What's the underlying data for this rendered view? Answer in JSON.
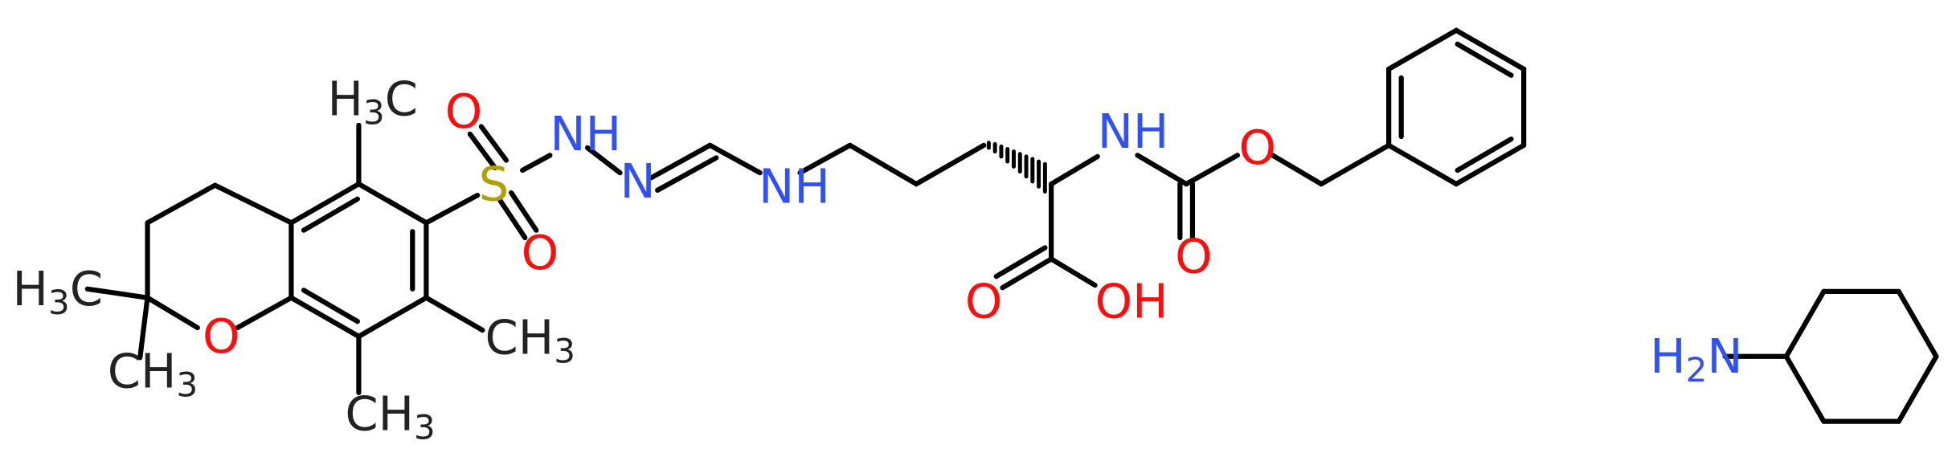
{
  "molecule": {
    "atoms": {
      "ch3_top": {
        "main": "H",
        "sub": "3",
        "tail": "C"
      },
      "ch3_left": {
        "main": "H",
        "sub": "3",
        "tail": "C"
      },
      "ch3_bottom_left": {
        "main": "CH",
        "sub": "3",
        "tail": ""
      },
      "ch3_right": {
        "main": "CH",
        "sub": "3",
        "tail": ""
      },
      "ch3_bottom": {
        "main": "CH",
        "sub": "3",
        "tail": ""
      },
      "ring_o": "O",
      "s": "S",
      "s_o_top": "O",
      "s_o_bottom": "O",
      "nh_1": "NH",
      "n_2": "N",
      "nh_3": "NH",
      "nh_carbamate": "NH",
      "o_carbonyl_carbamate": "O",
      "o_ester": "O",
      "o_acid_carbonyl": "O",
      "oh": "OH",
      "nh2_main": "H",
      "nh2_sub": "2",
      "nh2_tail": "N"
    },
    "colors": {
      "oxygen": "#ff0d0d",
      "nitrogen": "#3050f8",
      "sulfur": "#b2a000",
      "carbon": "#222222",
      "bond": "#000000"
    }
  }
}
